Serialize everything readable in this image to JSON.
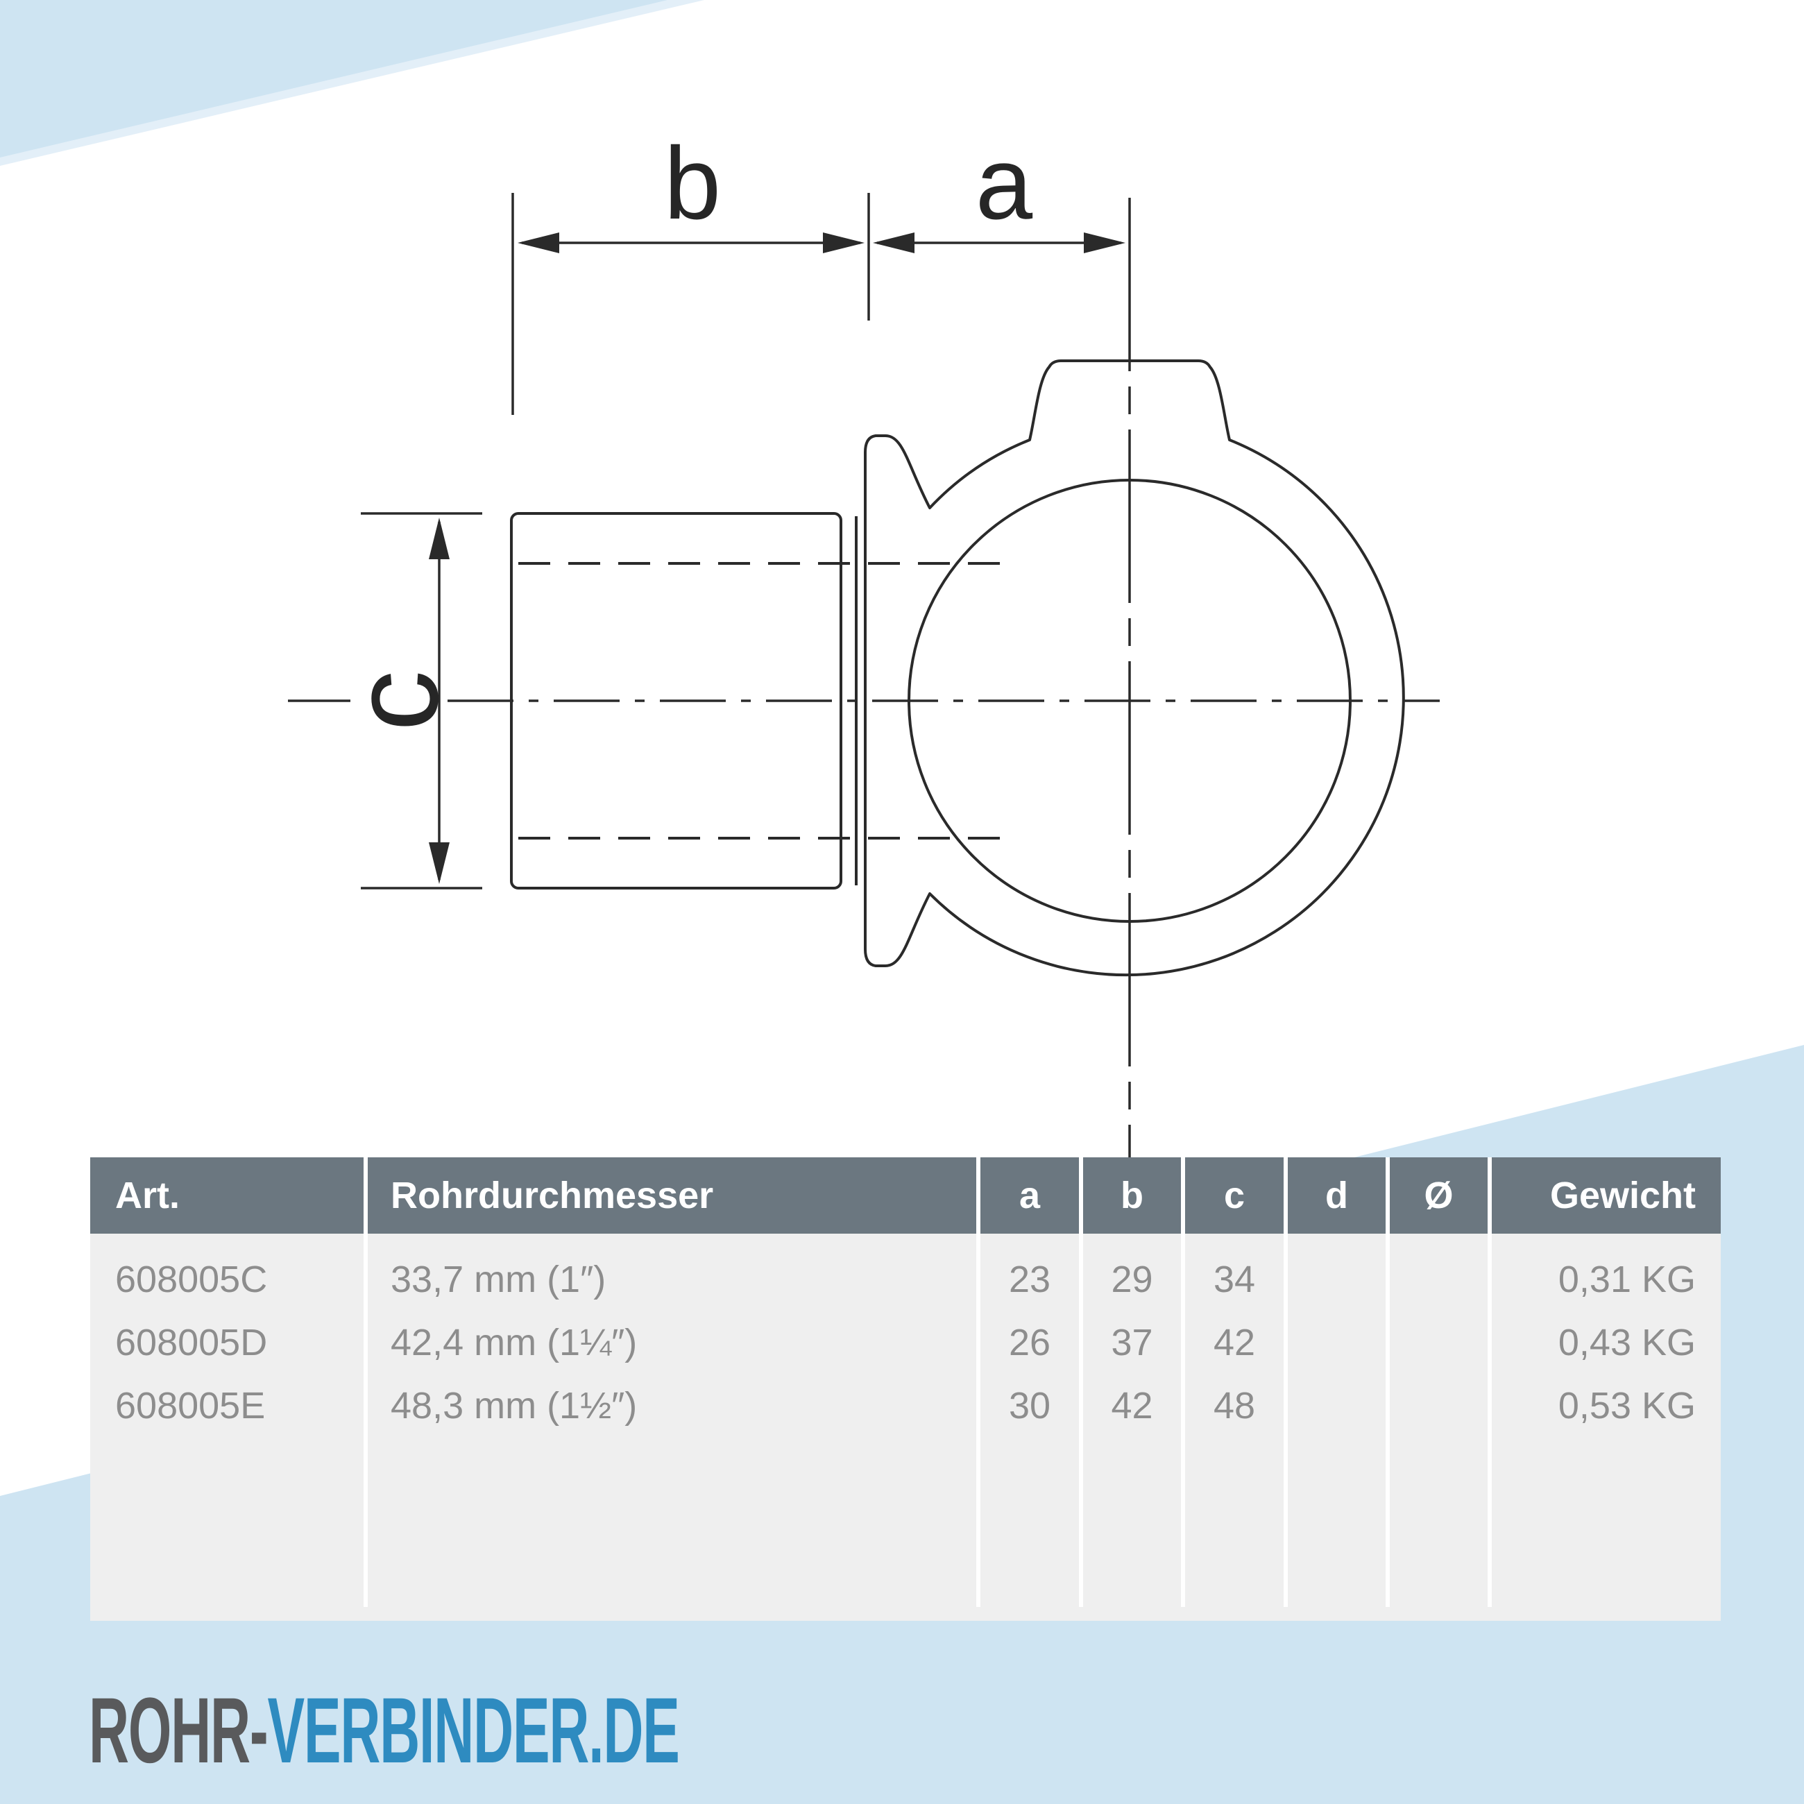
{
  "decor": {
    "blue": "#cee4f2",
    "blue_light": "#e3eff8"
  },
  "drawing": {
    "stroke_color": "#2a2a2a",
    "labels": {
      "a": "a",
      "b": "b",
      "c": "c"
    }
  },
  "table": {
    "header_bg": "#6b7780",
    "header_text_color": "#ffffff",
    "body_bg": "#efefef",
    "body_text_color": "#8d8d8d",
    "columns": [
      {
        "key": "art",
        "label": "Art."
      },
      {
        "key": "rohr",
        "label": "Rohrdurchmesser"
      },
      {
        "key": "a",
        "label": "a"
      },
      {
        "key": "b",
        "label": "b"
      },
      {
        "key": "c",
        "label": "c"
      },
      {
        "key": "d",
        "label": "d"
      },
      {
        "key": "dia",
        "label": "Ø"
      },
      {
        "key": "gew",
        "label": "Gewicht"
      }
    ],
    "rows": [
      {
        "art": "608005C",
        "rohr": "33,7 mm (1″)",
        "a": "23",
        "b": "29",
        "c": "34",
        "d": "",
        "dia": "",
        "gew": "0,31 KG"
      },
      {
        "art": "608005D",
        "rohr": "42,4 mm (1¼″)",
        "a": "26",
        "b": "37",
        "c": "42",
        "d": "",
        "dia": "",
        "gew": "0,43 KG"
      },
      {
        "art": "608005E",
        "rohr": "48,3 mm (1½″)",
        "a": "30",
        "b": "42",
        "c": "48",
        "d": "",
        "dia": "",
        "gew": "0,53 KG"
      }
    ]
  },
  "logo": {
    "part1": "ROHR-",
    "part2": "VERBINDER.DE",
    "part1_color": "#595a5c",
    "part2_color": "#2e8bc0"
  }
}
